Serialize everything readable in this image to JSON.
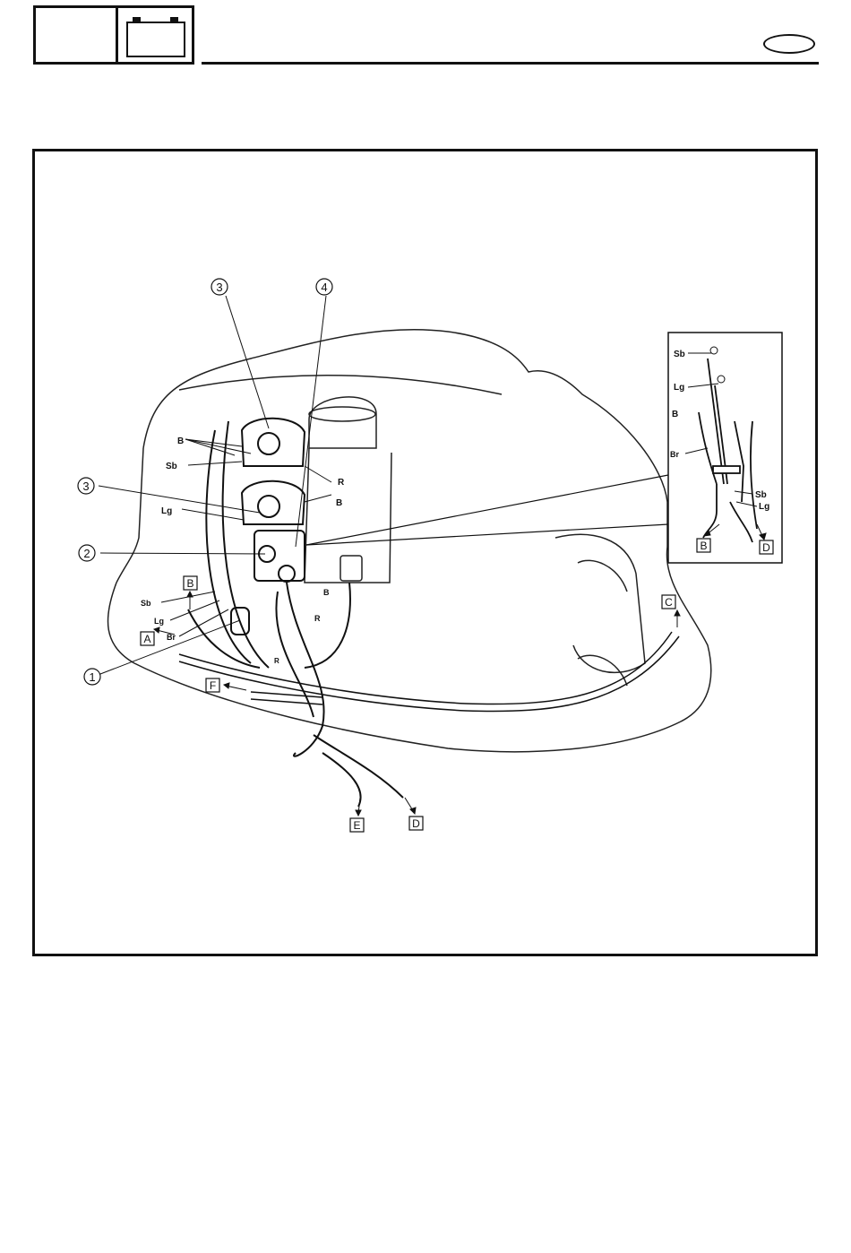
{
  "callouts": {
    "n1": "1",
    "n2": "2",
    "n3a": "3",
    "n3b": "3",
    "n4": "4"
  },
  "wire_labels": {
    "b_top": "B",
    "sb_top": "Sb",
    "r_top": "R",
    "b_right": "B",
    "lg_mid": "Lg",
    "sb_low": "Sb",
    "lg_low": "Lg",
    "br_low": "Br",
    "b_lower": "B",
    "r_lower": "R",
    "r_bottom": "R"
  },
  "ref_boxes": {
    "a": "A",
    "b_main": "B",
    "c": "C",
    "e": "E",
    "d_main": "D",
    "f": "F",
    "b_inset": "B",
    "d_inset": "D"
  },
  "inset_labels": {
    "sb_top": "Sb",
    "lg_top": "Lg",
    "b": "B",
    "br": "Br",
    "sb_bottom": "Sb",
    "lg_bottom": "Lg"
  }
}
